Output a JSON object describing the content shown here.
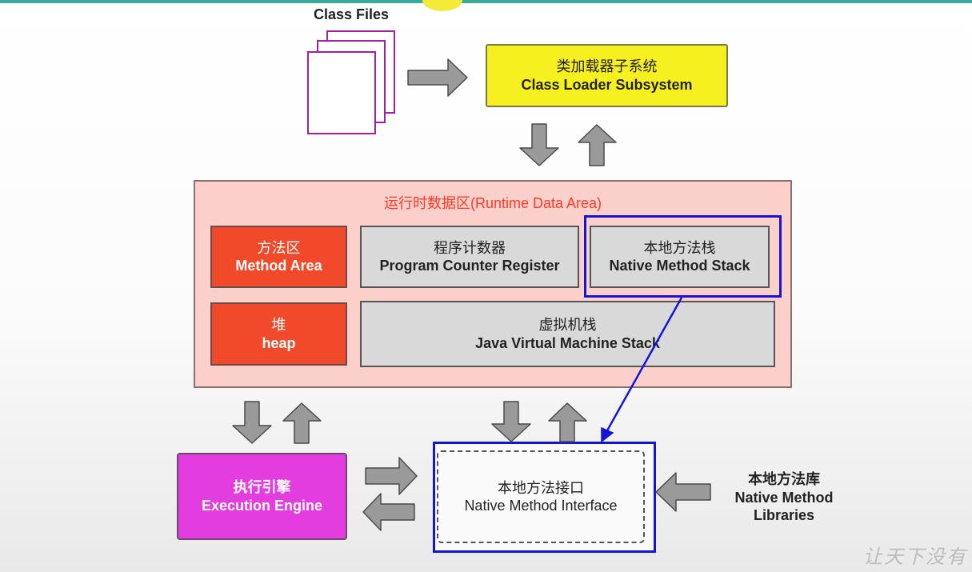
{
  "class_files": {
    "label": "Class Files"
  },
  "class_loader": {
    "cn": "类加载器子系统",
    "en": "Class Loader Subsystem"
  },
  "runtime_area": {
    "title": "运行时数据区(Runtime Data Area)"
  },
  "method_area": {
    "cn": "方法区",
    "en": "Method Area"
  },
  "pc_register": {
    "cn": "程序计数器",
    "en": "Program Counter Register"
  },
  "native_stack": {
    "cn": "本地方法栈",
    "en": "Native Method Stack"
  },
  "heap": {
    "cn": "堆",
    "en": "heap"
  },
  "jvm_stack": {
    "cn": "虚拟机栈",
    "en": "Java Virtual Machine Stack"
  },
  "execution_engine": {
    "cn": "执行引擎",
    "en": "Execution Engine"
  },
  "native_interface": {
    "cn": "本地方法接口",
    "en": "Native Method Interface"
  },
  "native_libraries": {
    "cn": "本地方法库",
    "en1": "Native Method",
    "en2": "Libraries"
  },
  "watermark": {
    "text": "让天下没有"
  },
  "colors": {
    "loader_fill": "#f7f020",
    "runtime_fill": "#fbd0cb",
    "red_fill": "#f04a2a",
    "gray_fill": "#d9d9d9",
    "engine_fill": "#e33de0",
    "highlight_blue": "#1515d8",
    "arrow_gray": "#9a9a9a",
    "class_file_border": "#a020a0"
  }
}
